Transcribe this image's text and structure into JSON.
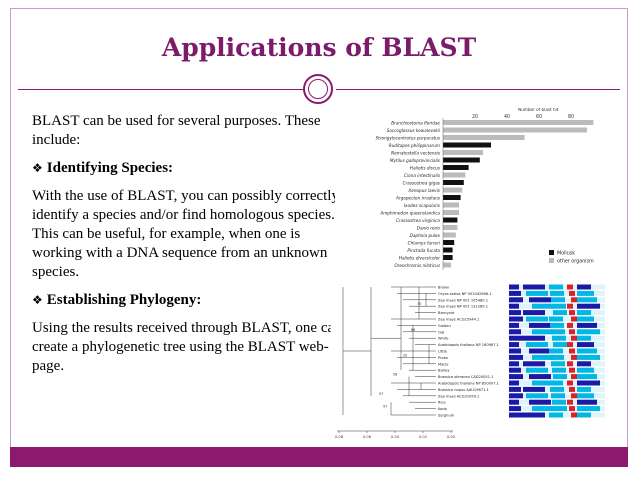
{
  "slide": {
    "title": "Applications  of  BLAST",
    "intro": "BLAST can be used for several purposes. These include:",
    "section1": {
      "bullet": "❖",
      "heading": "Identifying Species:",
      "text": "With the use of BLAST, you can possibly correctly identify a species and/or find homologous species. This can be useful, for example, when one is working with a DNA sequence from an unknown species."
    },
    "section2": {
      "bullet": "❖",
      "heading": "Establishing Phylogeny:",
      "text": "Using the results received through BLAST, one can create a phylogenetic tree using the BLAST web-page."
    }
  },
  "colors": {
    "accent": "#8b1a6e",
    "title": "#7b1b6a",
    "mollusk": "#111111",
    "other": "#bbbbbb",
    "blue": "#1a1aa6",
    "cyan": "#00b7e6",
    "red": "#d9232a"
  },
  "chart_data": {
    "type": "bar",
    "title": "Number of blast hit",
    "xticks": [
      20,
      40,
      60,
      80
    ],
    "xlim": [
      0,
      100
    ],
    "legend": [
      "Mollusk",
      "other organism"
    ],
    "legend_placement": "bottom-right",
    "categories": [
      "Branchiostoma floridae",
      "Saccoglossus kowalevskii",
      "Strongylocentrotus purpuratus",
      "Ruditapes philippinarum",
      "Nematostella vectensis",
      "Mytilus galloprovincialis",
      "Haliotis discus",
      "Ciona intestinalis",
      "Crassostrea gigas",
      "Xenopus laevis",
      "Argopecten irradians",
      "Ixodes scapularis",
      "Amphimedon queenslandica",
      "Crassostrea virginica",
      "Danio rerio",
      "Daphnia pulex",
      "Chlamys farreri",
      "Pinctada fucata",
      "Haliotis diversicolor",
      "Oreochromis niloticus"
    ],
    "values": [
      94,
      90,
      51,
      30,
      25,
      23,
      16,
      14,
      13,
      12,
      11,
      10,
      10,
      9,
      9,
      8,
      7,
      6,
      6,
      5
    ],
    "groups": [
      "other",
      "other",
      "other",
      "mollusk",
      "other",
      "mollusk",
      "mollusk",
      "other",
      "mollusk",
      "other",
      "mollusk",
      "other",
      "other",
      "mollusk",
      "other",
      "other",
      "mollusk",
      "mollusk",
      "mollusk",
      "other"
    ]
  },
  "tree_figure": {
    "leaves": [
      "Brown",
      "Oryza sativa NP 001042898.1",
      "Zea mays NP 001 105480.1",
      "Zea mays NP 001 131289.1",
      "Barnyard",
      "Zea mays ACG25944.1",
      "Golden",
      "Oat",
      "White",
      "Arabidopsis thaliana NP 180987.1",
      "Little",
      "Proso",
      "Maize",
      "Barley",
      "Brassica oleracea CAD20051.1",
      "Arabidopsis thaliana NP 850097.1",
      "Brassica napus AAU19671.1",
      "Zea mays ACG31059.1",
      "Rice",
      "Kodo",
      "Sorghum"
    ],
    "node_labels": [
      "70",
      "66",
      "20",
      "58",
      "97",
      "97"
    ],
    "axis_ticks": [
      "0.08",
      "0.06",
      "0.04",
      "0.02",
      "0.00"
    ]
  }
}
